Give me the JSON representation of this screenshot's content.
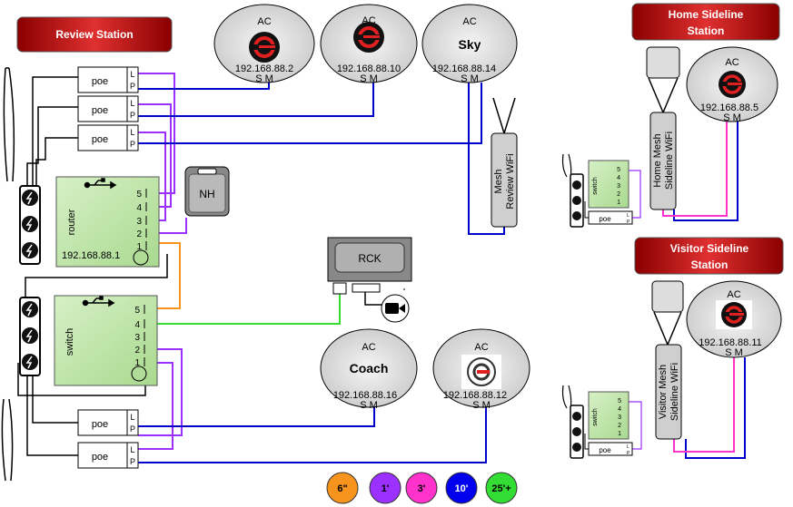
{
  "review_station": {
    "title": "Review Station",
    "poe_units": [
      {
        "label": "poe",
        "port_l": "L",
        "port_p": "P"
      },
      {
        "label": "poe",
        "port_l": "L",
        "port_p": "P"
      },
      {
        "label": "poe",
        "port_l": "L",
        "port_p": "P"
      },
      {
        "label": "poe",
        "port_l": "L",
        "port_p": "P"
      },
      {
        "label": "poe",
        "port_l": "L",
        "port_p": "P"
      }
    ],
    "router": {
      "label": "router",
      "ip": "192.168.88.1",
      "ports": [
        "5",
        "4",
        "3",
        "2",
        "1"
      ]
    },
    "switch": {
      "label": "switch",
      "ports": [
        "5",
        "4",
        "3",
        "2",
        "1"
      ]
    },
    "nh": "NH",
    "rck": "RCK",
    "mesh_wifi": {
      "line1": "Mesh",
      "line2": "Review  WiFi"
    }
  },
  "access_points": [
    {
      "title": "AC",
      "name": "",
      "ip": "192.168.88.2",
      "ports": "S M"
    },
    {
      "title": "AC",
      "name": "",
      "ip": "192.168.88.10",
      "ports": "S M"
    },
    {
      "title": "AC",
      "name": "Sky",
      "ip": "192.168.88.14",
      "ports": "S M"
    },
    {
      "title": "AC",
      "name": "Coach",
      "ip": "192.168.88.16",
      "ports": "S M"
    },
    {
      "title": "AC",
      "name": "",
      "ip": "192.168.88.12",
      "ports": "S M"
    }
  ],
  "home_sideline": {
    "title_line1": "Home Sideline",
    "title_line2": "Station",
    "ac": {
      "title": "AC",
      "ip": "192.168.88.5",
      "ports": "S M"
    },
    "mesh_wifi": {
      "line1": "Home Mesh",
      "line2": "Sideline  WiFi"
    },
    "switch_label": "switch",
    "poe": {
      "label": "poe",
      "port_l": "L",
      "port_p": "P"
    },
    "ports": [
      "5",
      "4",
      "3",
      "2",
      "1"
    ]
  },
  "visitor_sideline": {
    "title_line1": "Visitor Sideline",
    "title_line2": "Station",
    "ac": {
      "title": "AC",
      "ip": "192.168.88.11",
      "ports": "S M"
    },
    "mesh_wifi": {
      "line1": "Visitor Mesh",
      "line2": "Sideline  WiFi"
    },
    "switch_label": "switch",
    "poe": {
      "label": "poe",
      "port_l": "L",
      "port_p": "P"
    },
    "ports": [
      "5",
      "4",
      "3",
      "2",
      "1"
    ]
  },
  "cable_legend": [
    {
      "label": "6\"",
      "color": "#f7941d"
    },
    {
      "label": "1'",
      "color": "#9b30ff"
    },
    {
      "label": "3'",
      "color": "#ff33cc"
    },
    {
      "label": "10'",
      "color": "#0000ee"
    },
    {
      "label": "25'+",
      "color": "#33dd33"
    }
  ],
  "colors": {
    "orange": "#f7941d",
    "purple": "#9b30ff",
    "magenta": "#ff33cc",
    "blue": "#0000cc",
    "green": "#33dd33",
    "station_red": "#9b0000",
    "device_green": "#c7e8b5"
  }
}
